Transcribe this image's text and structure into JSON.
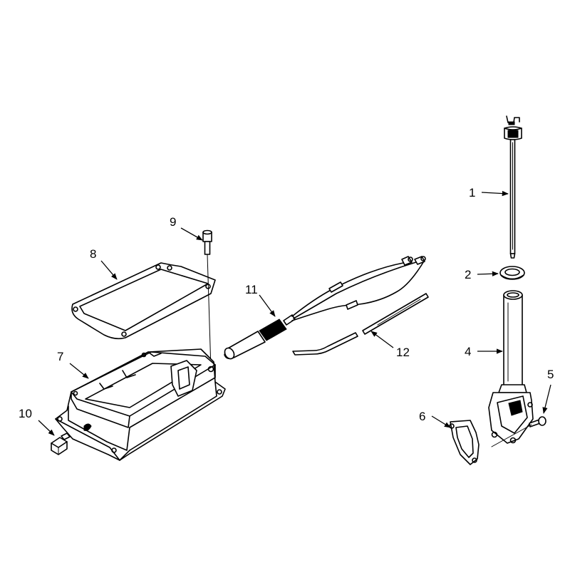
{
  "callouts": [
    {
      "id": "1",
      "label": "1"
    },
    {
      "id": "2",
      "label": "2"
    },
    {
      "id": "3",
      "label": "4"
    },
    {
      "id": "4",
      "label": "5"
    },
    {
      "id": "5",
      "label": "6"
    },
    {
      "id": "6",
      "label": "7"
    },
    {
      "id": "7",
      "label": "8"
    },
    {
      "id": "8",
      "label": "9"
    },
    {
      "id": "9",
      "label": "10"
    },
    {
      "id": "10",
      "label": "11"
    },
    {
      "id": "11",
      "label": "12"
    }
  ],
  "colors": {
    "ink": "#000000",
    "paper": "#ffffff"
  }
}
